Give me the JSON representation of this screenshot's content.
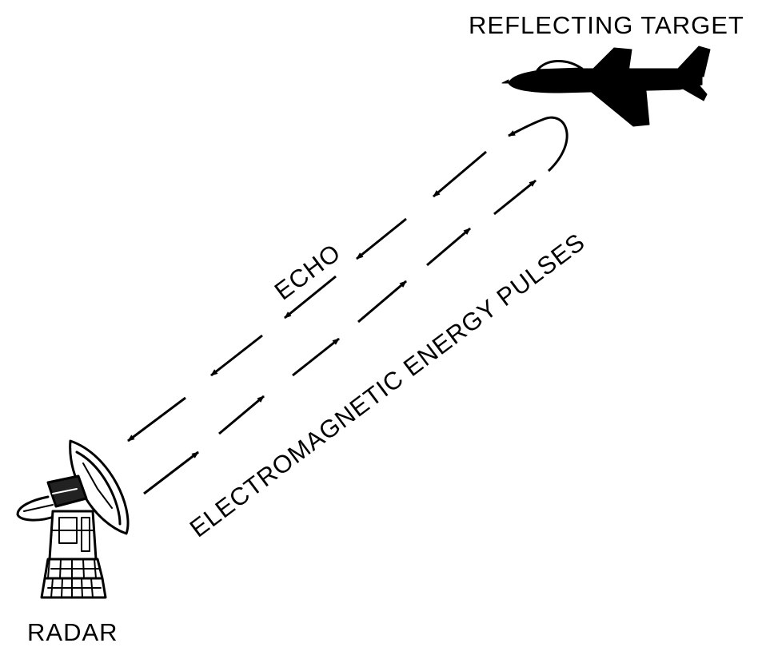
{
  "labels": {
    "target": "REFLECTING TARGET",
    "radar": "RADAR",
    "echo": "ECHO",
    "pulses": "ELECTROMAGNETIC ENERGY PULSES"
  },
  "icons": {
    "target": "jet-airplane-icon",
    "radar": "radar-dish-icon"
  },
  "colors": {
    "ink": "#000000",
    "background": "#ffffff"
  }
}
